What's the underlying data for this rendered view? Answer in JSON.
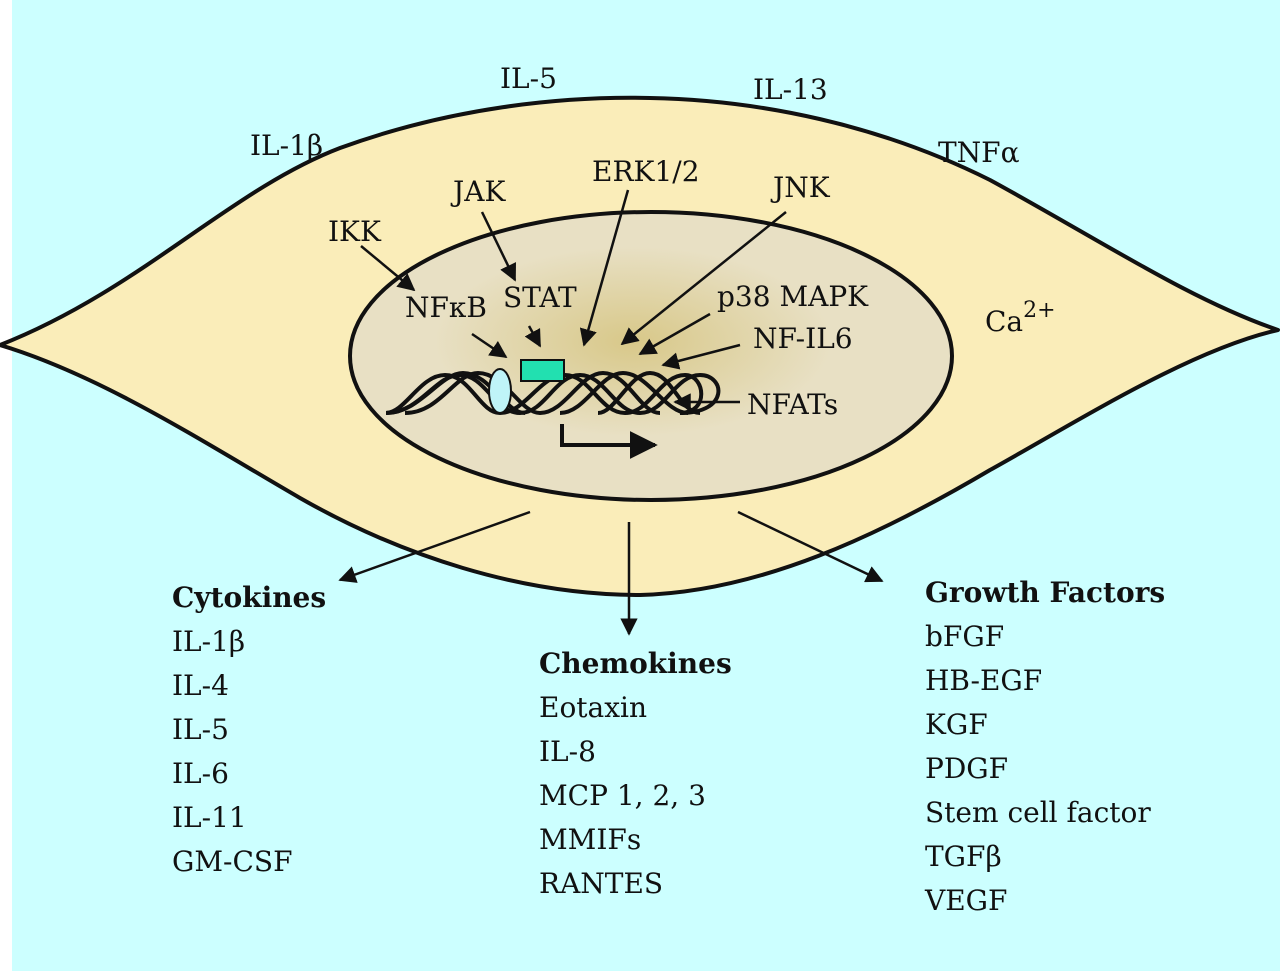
{
  "colors": {
    "background": "#ccffff",
    "cytoplasm": "#faedb9",
    "nucleus": "#e8e0c4",
    "nucleus_glow": "#d8c889",
    "stat_box": "#22e0b0",
    "nfkb_oval": "#bff4f8",
    "stroke": "#111111"
  },
  "extracellular_labels": [
    "IL-5",
    "IL-13",
    "IL-1β",
    "TNFα"
  ],
  "cytoplasm_labels": {
    "ikk": "IKK",
    "jak": "JAK",
    "erk": "ERK1/2",
    "jnk": "JNK",
    "calcium": "Ca",
    "calcium_sup": "2+"
  },
  "nuclear_labels": {
    "nfkb": "NFκB",
    "stat": "STAT",
    "p38": "p38 MAPK",
    "nfil6": "NF-IL6",
    "nfats": "NFATs"
  },
  "outputs": [
    {
      "title": "Cytokines",
      "items": [
        "IL-1β",
        "IL-4",
        "IL-5",
        "IL-6",
        "IL-11",
        "GM-CSF"
      ]
    },
    {
      "title": "Chemokines",
      "items": [
        "Eotaxin",
        "IL-8",
        "MCP 1, 2, 3",
        "MMIFs",
        "RANTES"
      ]
    },
    {
      "title": "Growth Factors",
      "items": [
        "bFGF",
        "HB-EGF",
        "KGF",
        "PDGF",
        "Stem cell factor",
        "TGFβ",
        "VEGF"
      ]
    }
  ]
}
